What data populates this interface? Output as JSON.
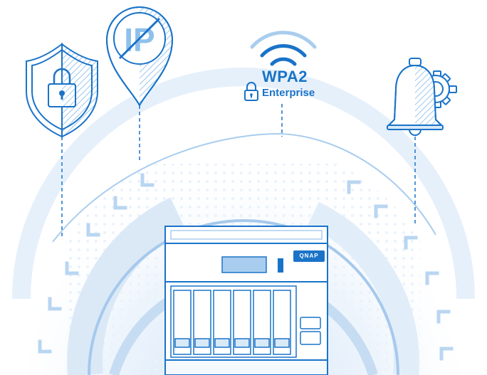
{
  "colors": {
    "primary_blue": "#1a73c8",
    "light_blue": "#a9cdee",
    "pale_blue": "#d8e9f8",
    "background": "#ffffff"
  },
  "icons": {
    "security": "shield-lock-icon",
    "no_ip": "map-pin-no-ip-icon",
    "wifi": "wifi-icon",
    "wpa_lock": "lock-icon",
    "alert": "bell-gear-icon",
    "device": "nas-device-icon"
  },
  "ip_pin": {
    "label": "IP"
  },
  "wpa": {
    "title": "WPA2",
    "subtitle": "Enterprise"
  },
  "nas": {
    "brand": "QNAP"
  }
}
